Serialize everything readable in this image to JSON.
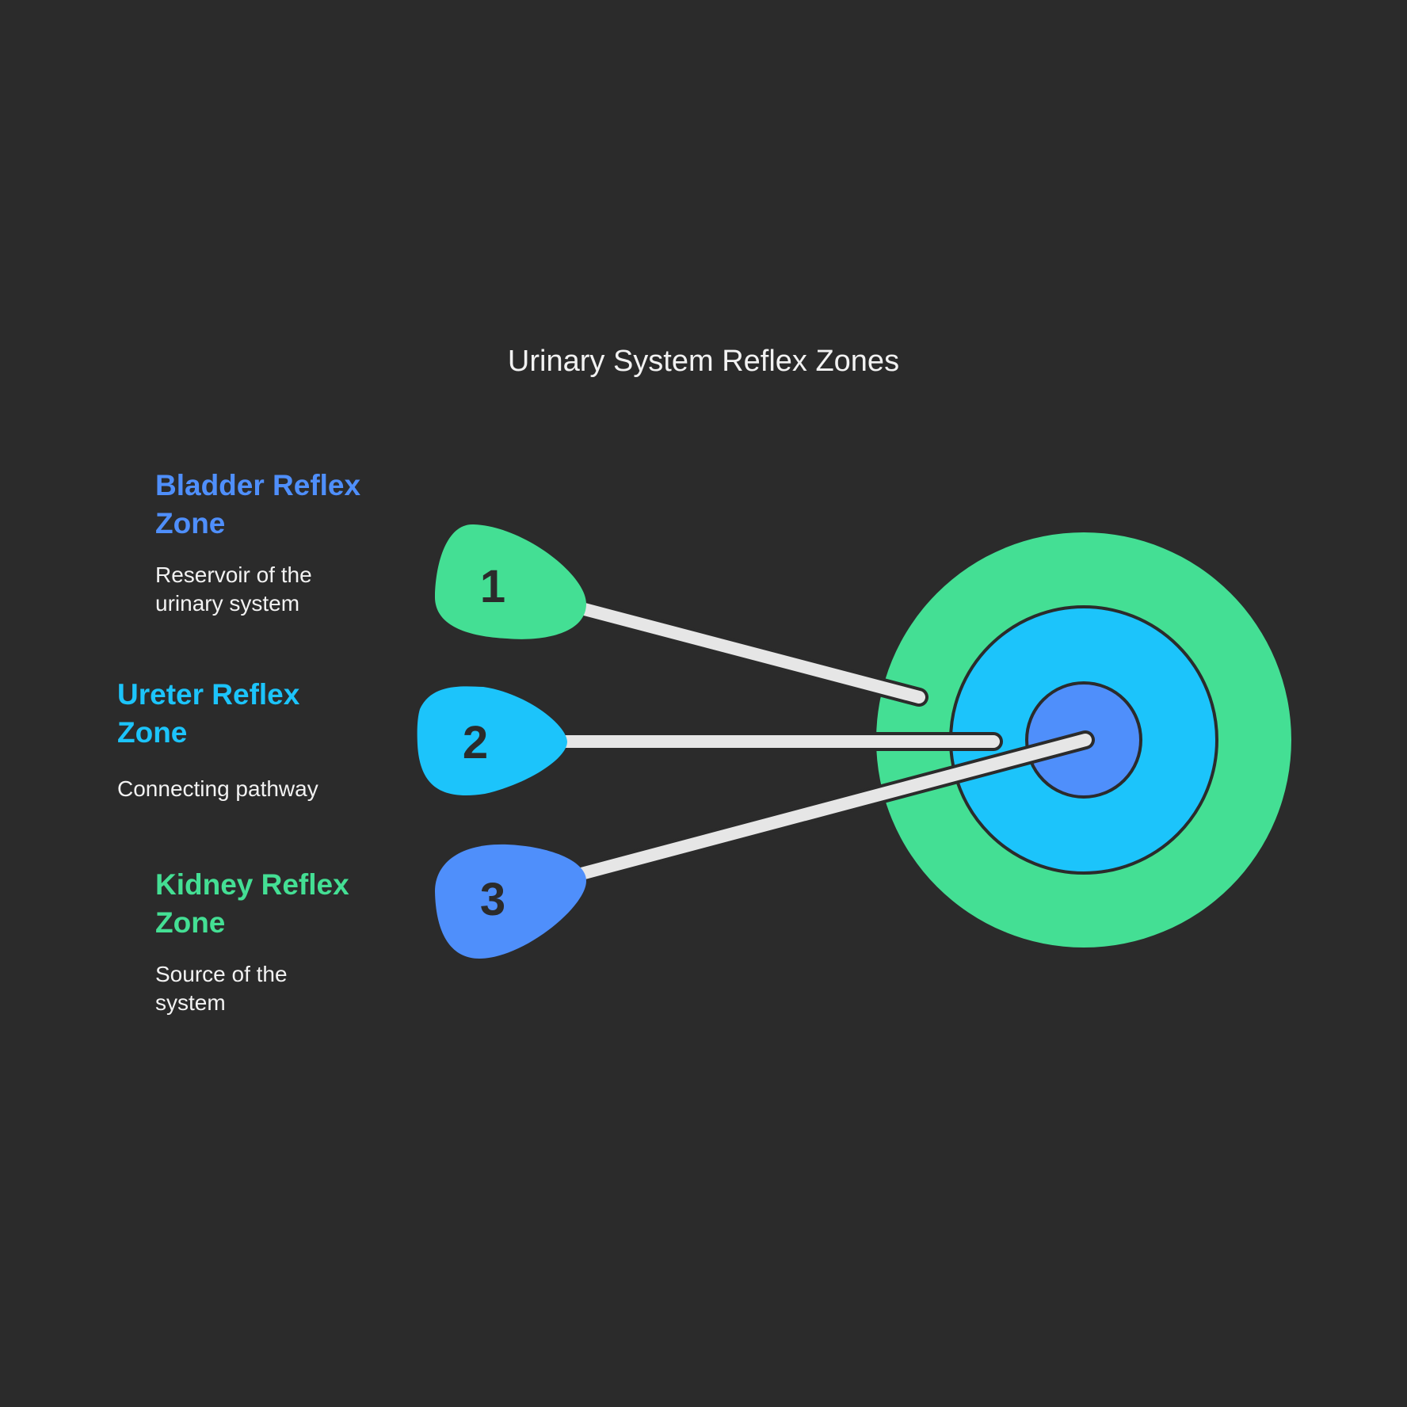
{
  "title": "Urinary System Reflex Zones",
  "colors": {
    "background": "#2b2b2b",
    "green": "#44df94",
    "cyan": "#1cc4fb",
    "blue": "#4f8ffb",
    "arrow_shaft": "#e6e6e6",
    "outline": "#2b2b2b",
    "text": "#f2f2f2"
  },
  "zones": [
    {
      "number": "1",
      "heading_line1": "Bladder Reflex",
      "heading_line2": "Zone",
      "desc_line1": "Reservoir of the",
      "desc_line2": "urinary system",
      "heading_color": "#4f8ffb",
      "badge_color": "#44df94",
      "target_ring": "outer"
    },
    {
      "number": "2",
      "heading_line1": "Ureter Reflex",
      "heading_line2": "Zone",
      "desc_line1": "Connecting pathway",
      "desc_line2": "",
      "heading_color": "#1cc4fb",
      "badge_color": "#1cc4fb",
      "target_ring": "middle"
    },
    {
      "number": "3",
      "heading_line1": "Kidney Reflex",
      "heading_line2": "Zone",
      "desc_line1": "Source of the",
      "desc_line2": "system",
      "heading_color": "#44df94",
      "badge_color": "#4f8ffb",
      "target_ring": "center"
    }
  ],
  "target": {
    "ring_colors": [
      "#44df94",
      "#1cc4fb",
      "#4f8ffb"
    ]
  }
}
